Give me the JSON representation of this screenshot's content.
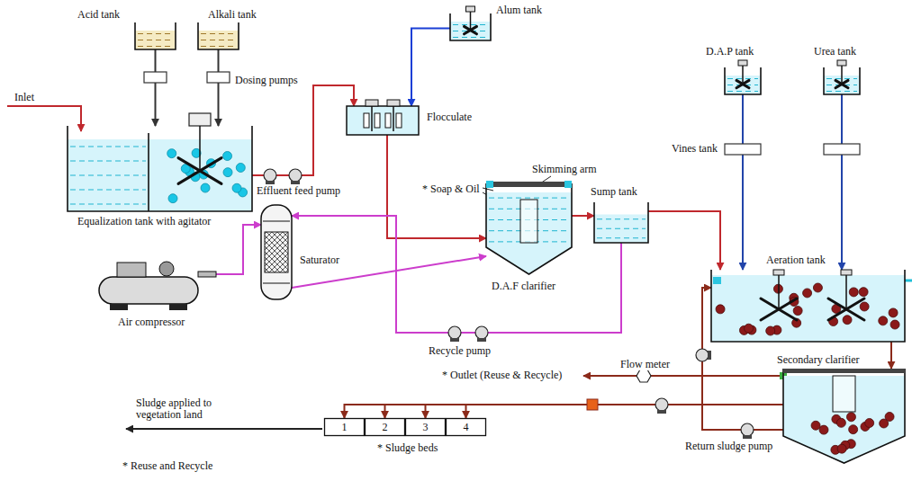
{
  "diagram": {
    "nodes": [
      {
        "text": [
          "Acid tank"
        ]
      },
      {
        "text": [
          "Alkali tank"
        ]
      },
      {
        "text": [
          "Equalization tank with agitator"
        ]
      },
      {
        "text": [
          "Alum tank"
        ]
      },
      {
        "text": [
          "Flocculate"
        ]
      },
      {
        "text": [
          "D.A.F clarifier"
        ]
      },
      {
        "text": [
          "Sump tank"
        ]
      },
      {
        "text": [
          "D.A.P tank"
        ]
      },
      {
        "text": [
          "Urea tank"
        ]
      },
      {
        "text": [
          "Saturator"
        ]
      },
      {
        "text": [
          "Air compressor"
        ]
      },
      {
        "text": [
          "Aeration tank"
        ]
      },
      {
        "text": [
          "Secondary clarifier"
        ]
      },
      {
        "text": [
          "1"
        ]
      },
      {
        "text": [
          "2"
        ]
      },
      {
        "text": [
          "3"
        ]
      },
      {
        "text": [
          "4"
        ]
      }
    ],
    "edges": [
      {
        "from": 0,
        "to": 2,
        "arrow": "to"
      },
      {
        "from": 1,
        "to": 2,
        "arrow": "to"
      },
      {
        "from": 3,
        "to": 4,
        "arrow": "to"
      },
      {
        "from": 2,
        "to": 4,
        "arrow": "to"
      },
      {
        "from": 4,
        "to": 5,
        "arrow": "to"
      },
      {
        "from": 5,
        "to": 6,
        "arrow": "to"
      },
      {
        "from": 6,
        "to": 11,
        "arrow": "to"
      },
      {
        "from": 7,
        "to": 11,
        "arrow": "to"
      },
      {
        "from": 8,
        "to": 11,
        "arrow": "to"
      },
      {
        "from": 6,
        "to": 9,
        "arrow": "to"
      },
      {
        "from": 10,
        "to": 9,
        "arrow": "to"
      },
      {
        "from": 9,
        "to": 5,
        "arrow": "to"
      },
      {
        "from": 11,
        "to": 12,
        "arrow": "to"
      },
      {
        "from": 12,
        "to": 11,
        "arrow": "to"
      },
      {
        "from": 12,
        "to": 13,
        "arrow": "to"
      },
      {
        "from": 12,
        "to": 14,
        "arrow": "to"
      },
      {
        "from": 12,
        "to": 15,
        "arrow": "to"
      },
      {
        "from": 12,
        "to": 16,
        "arrow": "to"
      }
    ],
    "labels": [
      "Inlet",
      "Dosing pumps",
      "Effluent feed pump",
      "Skimming arm",
      "* Soap & Oil",
      "Vines tank",
      "Recycle pump",
      "Flow meter",
      "* Outlet (Reuse & Recycle)",
      "Return sludge pump",
      "Sludge applied to vegetation land",
      "* Sludge beds",
      "* Reuse and Recycle"
    ]
  }
}
